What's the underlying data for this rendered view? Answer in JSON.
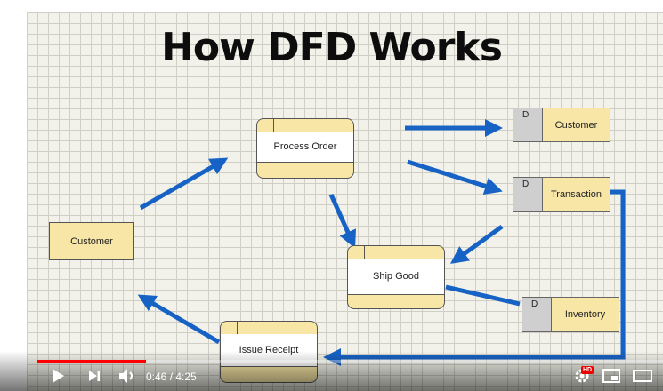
{
  "slide": {
    "title": "How DFD Works",
    "external_entity": "Customer",
    "processes": {
      "process_order": "Process Order",
      "ship_good": "Ship Good",
      "issue_receipt": "Issue Receipt"
    },
    "stores": [
      {
        "id": "D",
        "name": "Customer"
      },
      {
        "id": "D",
        "name": "Transaction"
      },
      {
        "id": "D",
        "name": "Inventory"
      }
    ],
    "colors": {
      "arrow": "#1763c5",
      "box": "#f7e6a6",
      "progress": "#ff0000"
    }
  },
  "player": {
    "current_time": "0:46",
    "duration": "4:25",
    "time_display": "0:46 / 4:25",
    "progress": 0.173,
    "hd_badge": "HD",
    "icons": [
      "play-icon",
      "next-icon",
      "volume-icon",
      "settings-icon",
      "miniplayer-icon",
      "theater-icon"
    ]
  }
}
